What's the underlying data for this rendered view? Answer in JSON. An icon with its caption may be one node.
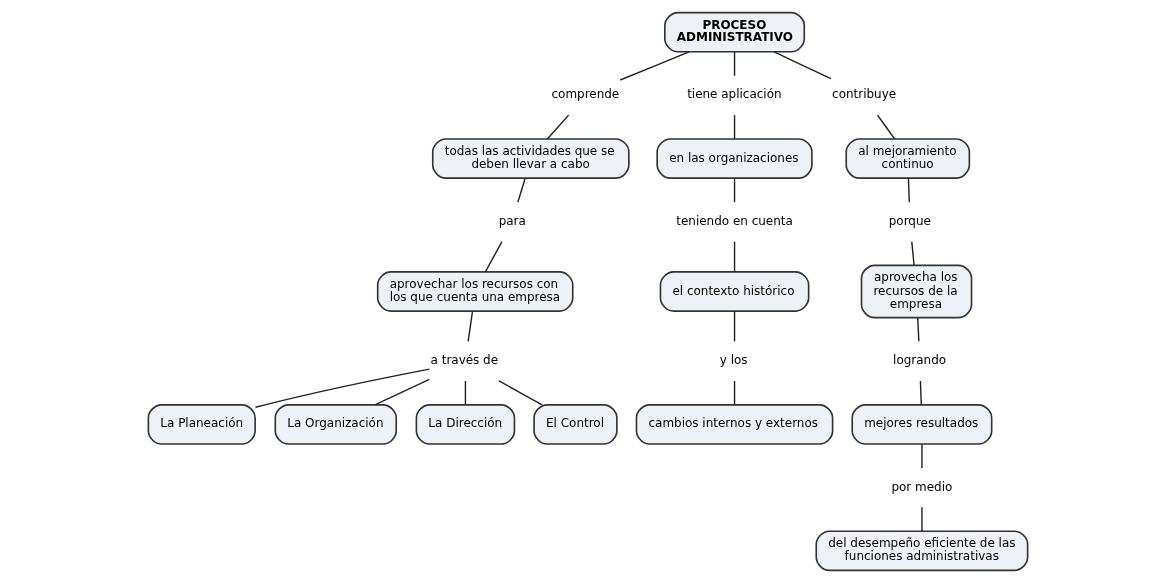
{
  "diagram": {
    "nodes": [
      {
        "text": [
          "PROCESO ADMINISTRATIVO"
        ]
      },
      {
        "text": [
          "comprende"
        ]
      },
      {
        "text": [
          "tiene aplicación"
        ]
      },
      {
        "text": [
          "contribuye"
        ]
      },
      {
        "text": [
          "todas las actividades que se deben llevar a cabo"
        ]
      },
      {
        "text": [
          "para"
        ]
      },
      {
        "text": [
          "aprovechar los recursos con los que cuenta una empresa"
        ]
      },
      {
        "text": [
          "a través de"
        ]
      },
      {
        "text": [
          "La Planeación"
        ]
      },
      {
        "text": [
          "La Organización"
        ]
      },
      {
        "text": [
          "La Dirección"
        ]
      },
      {
        "text": [
          "El Control"
        ]
      },
      {
        "text": [
          "en las organizaciones"
        ]
      },
      {
        "text": [
          "teniendo en cuenta"
        ]
      },
      {
        "text": [
          "el contexto histórico"
        ]
      },
      {
        "text": [
          "y los"
        ]
      },
      {
        "text": [
          "cambios internos y externos"
        ]
      },
      {
        "text": [
          "al mejoramiento continuo"
        ]
      },
      {
        "text": [
          "porque"
        ]
      },
      {
        "text": [
          "aprovecha los recursos de la empresa"
        ]
      },
      {
        "text": [
          "logrando"
        ]
      },
      {
        "text": [
          "mejores resultados"
        ]
      },
      {
        "text": [
          "por medio"
        ]
      },
      {
        "text": [
          "del desempeño eficiente de las funciones administrativas"
        ]
      }
    ],
    "edges": [
      {
        "from": 0,
        "to": 1,
        "arrow": "none"
      },
      {
        "from": 1,
        "to": 4,
        "arrow": "none"
      },
      {
        "from": 4,
        "to": 5,
        "arrow": "none"
      },
      {
        "from": 5,
        "to": 6,
        "arrow": "none"
      },
      {
        "from": 6,
        "to": 7,
        "arrow": "none"
      },
      {
        "from": 7,
        "to": 8,
        "arrow": "none"
      },
      {
        "from": 7,
        "to": 9,
        "arrow": "none"
      },
      {
        "from": 7,
        "to": 10,
        "arrow": "none"
      },
      {
        "from": 7,
        "to": 11,
        "arrow": "none"
      },
      {
        "from": 0,
        "to": 2,
        "arrow": "none"
      },
      {
        "from": 2,
        "to": 12,
        "arrow": "none"
      },
      {
        "from": 12,
        "to": 13,
        "arrow": "none"
      },
      {
        "from": 13,
        "to": 14,
        "arrow": "none"
      },
      {
        "from": 14,
        "to": 15,
        "arrow": "none"
      },
      {
        "from": 15,
        "to": 16,
        "arrow": "none"
      },
      {
        "from": 0,
        "to": 3,
        "arrow": "none"
      },
      {
        "from": 3,
        "to": 17,
        "arrow": "none"
      },
      {
        "from": 17,
        "to": 18,
        "arrow": "none"
      },
      {
        "from": 18,
        "to": 19,
        "arrow": "none"
      },
      {
        "from": 19,
        "to": 20,
        "arrow": "none"
      },
      {
        "from": 20,
        "to": 21,
        "arrow": "none"
      },
      {
        "from": 21,
        "to": 22,
        "arrow": "none"
      },
      {
        "from": 22,
        "to": 23,
        "arrow": "none"
      }
    ]
  }
}
